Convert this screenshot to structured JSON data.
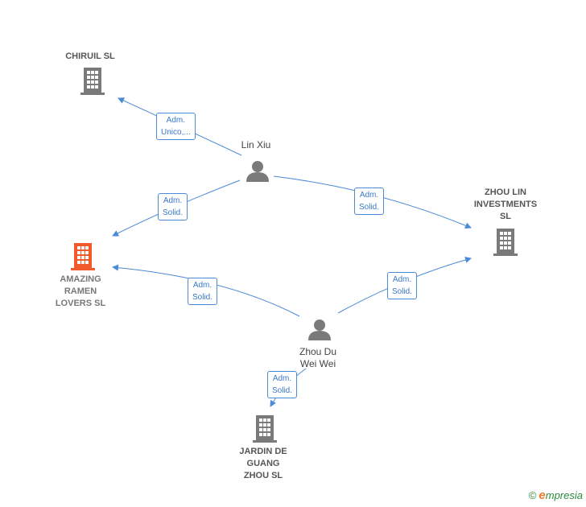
{
  "nodes": {
    "chiruil": {
      "label": "CHIRUIL  SL",
      "kind": "company"
    },
    "amazing": {
      "label": "AMAZING\nRAMEN\nLOVERS  SL",
      "kind": "company-focus"
    },
    "zhoulin": {
      "label": "ZHOU LIN\nINVESTMENTS\nSL",
      "kind": "company"
    },
    "jardin": {
      "label": "JARDIN DE\nGUANG\nZHOU  SL",
      "kind": "company"
    },
    "linxiu": {
      "label": "Lin Xiu",
      "kind": "person"
    },
    "zhoudu": {
      "label": "Zhou Du\nWei Wei",
      "kind": "person"
    }
  },
  "edges": [
    {
      "id": "e1",
      "label": "Adm.\nUnico,..."
    },
    {
      "id": "e2",
      "label": "Adm.\nSolid."
    },
    {
      "id": "e3",
      "label": "Adm.\nSolid."
    },
    {
      "id": "e4",
      "label": "Adm.\nSolid."
    },
    {
      "id": "e5",
      "label": "Adm.\nSolid."
    },
    {
      "id": "e6",
      "label": "Adm.\nSolid."
    }
  ],
  "colors": {
    "edge": "#4a8ad6",
    "company": "#7a7a7a",
    "focus": "#f05a28",
    "person": "#7a7a7a"
  },
  "footer": {
    "copyright": "©",
    "brand_e": "e",
    "brand_rest": "mpresia"
  }
}
